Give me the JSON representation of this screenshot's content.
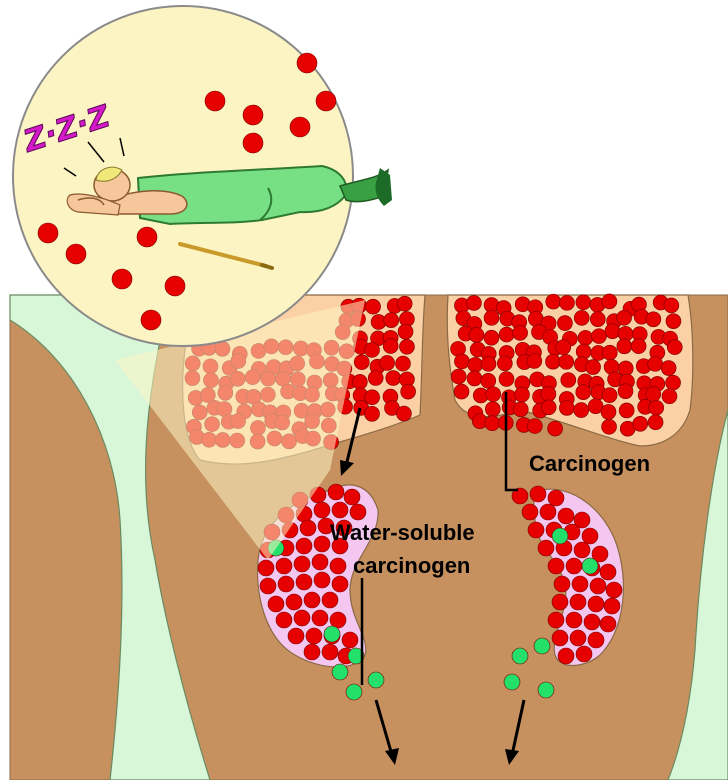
{
  "labels": {
    "carcinogen": "Carcinogen",
    "water_soluble_line1": "Water-soluble",
    "water_soluble_line2": "carcinogen",
    "sleep_sound": "Z·Z·Z"
  },
  "colors": {
    "body": "#c6915f",
    "lumen": "#d8f7d9",
    "fat": "#fbd0a4",
    "kidney": "#f3c7f0",
    "carcinogen_dot": "#e60000",
    "water_soluble_dot": "#22e06a",
    "magnifier": "#fdf4c3",
    "person_clothes": "#78e084",
    "zzz": "#d41ac8"
  },
  "icons": [
    "magnifier-callout",
    "sleeping-person-icon",
    "cigarette-icon",
    "arrow-icon"
  ]
}
